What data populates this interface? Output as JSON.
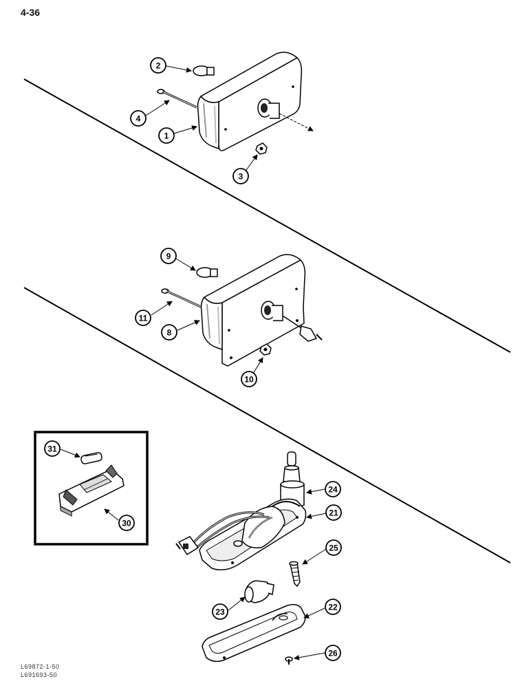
{
  "page_number": "4-36",
  "footer_codes": [
    "L69872-1-50",
    "L691693-50"
  ],
  "callouts": {
    "c1": "1",
    "c2": "2",
    "c3": "3",
    "c4": "4",
    "c8": "8",
    "c9": "9",
    "c10": "10",
    "c11": "11",
    "c21": "21",
    "c22": "22",
    "c23": "23",
    "c24": "24",
    "c25": "25",
    "c26": "26",
    "c30": "30",
    "c31": "31"
  }
}
